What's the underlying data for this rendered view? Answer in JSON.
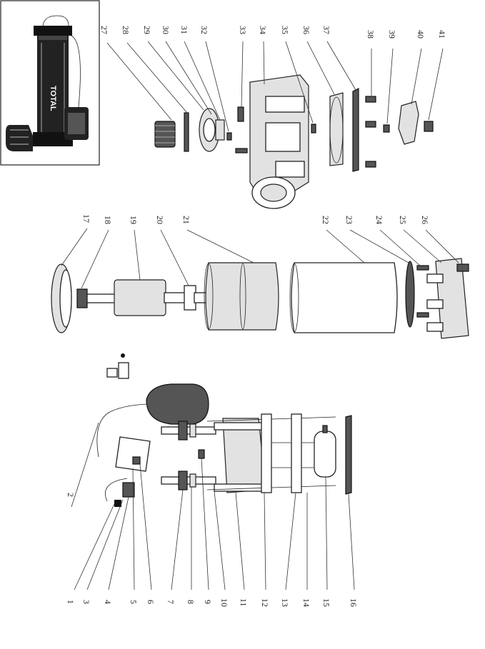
{
  "thumbnail": {
    "brand_text": "TOTAL"
  },
  "callouts": [
    "1",
    "2",
    "3",
    "4",
    "5",
    "6",
    "7",
    "8",
    "9",
    "10",
    "11",
    "12",
    "13",
    "14",
    "15",
    "16",
    "17",
    "18",
    "19",
    "20",
    "21",
    "22",
    "23",
    "24",
    "25",
    "26",
    "27",
    "28",
    "29",
    "30",
    "31",
    "32",
    "33",
    "34",
    "35",
    "36",
    "37",
    "38",
    "39",
    "40",
    "41"
  ],
  "colors": {
    "line": "#222222",
    "background": "#ffffff",
    "shade": "#e2e2e2"
  }
}
